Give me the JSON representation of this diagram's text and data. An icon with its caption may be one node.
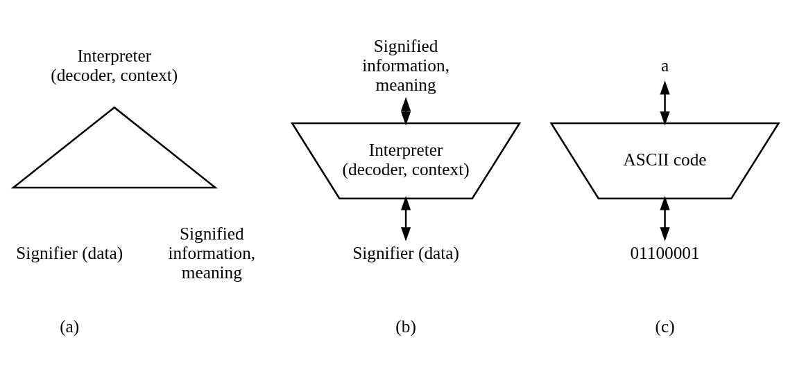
{
  "diagram": {
    "nodes": [
      {
        "text": [],
        "shape": "triangle",
        "beside": [
          "Interpreter (decoder, context)",
          "Signifier (data)",
          "Signified information, meaning"
        ]
      },
      {
        "text": [
          "Signified information, meaning"
        ]
      },
      {
        "text": [
          "Interpreter (decoder, context)"
        ]
      },
      {
        "text": [
          "Signifier (data)"
        ]
      },
      {
        "text": [
          "a"
        ]
      },
      {
        "text": [
          "ASCII code"
        ]
      },
      {
        "text": [
          "01100001"
        ]
      }
    ],
    "edges": [
      {
        "from": 1,
        "to": 2,
        "arrow": "both"
      },
      {
        "from": 2,
        "to": 3,
        "arrow": "both"
      },
      {
        "from": 4,
        "to": 5,
        "arrow": "both"
      },
      {
        "from": 5,
        "to": 6,
        "arrow": "both"
      }
    ],
    "labels": [
      "(a)",
      "(b)",
      "(c)"
    ]
  }
}
